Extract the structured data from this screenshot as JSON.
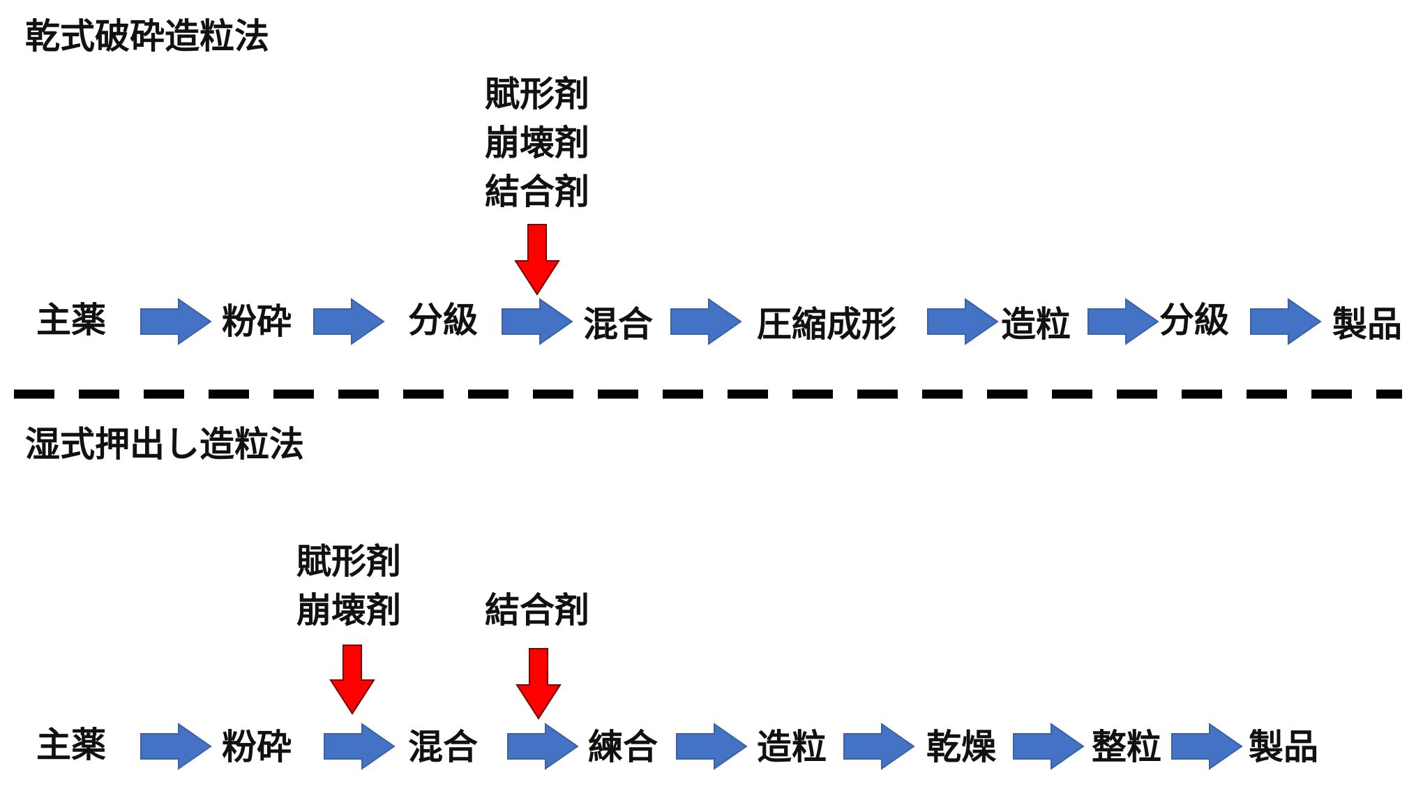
{
  "colors": {
    "flow_arrow": "#4472c4",
    "add_arrow": "#ff0000",
    "divider": "#000000",
    "text": "#111111"
  },
  "dry": {
    "title": "乾式破砕造粒法",
    "additives": [
      [
        "賦形剤",
        "崩壊剤",
        "結合剤"
      ]
    ],
    "steps": [
      "主薬",
      "粉砕",
      "分級",
      "混合",
      "圧縮成形",
      "造粒",
      "分級",
      "製品"
    ]
  },
  "wet": {
    "title": "湿式押出し造粒法",
    "additives": [
      [
        "賦形剤",
        "崩壊剤"
      ],
      [
        "結合剤"
      ]
    ],
    "steps": [
      "主薬",
      "粉砕",
      "混合",
      "練合",
      "造粒",
      "乾燥",
      "整粒",
      "製品"
    ]
  }
}
